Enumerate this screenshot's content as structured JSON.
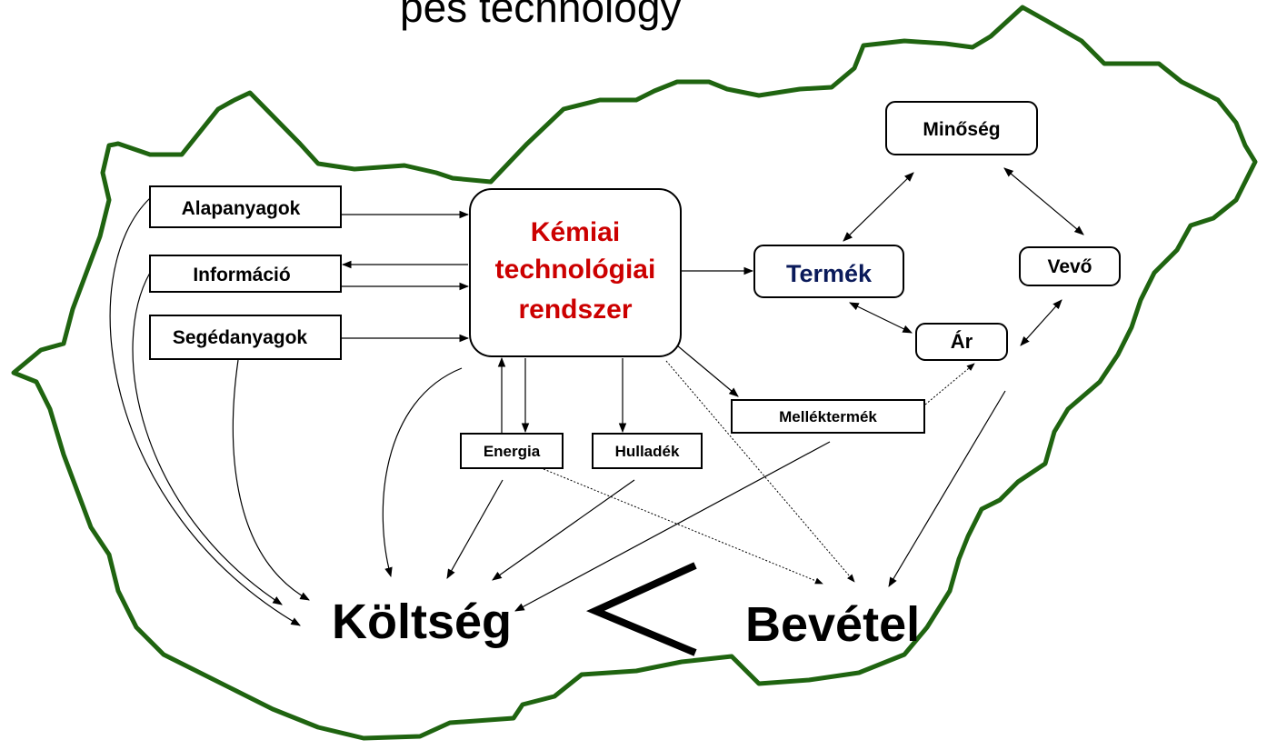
{
  "header": {
    "partial_title": "pes technology"
  },
  "colors": {
    "outline": "#1f6410",
    "core_text": "#cc0000",
    "product_text": "#0a1a5a",
    "line": "#000000"
  },
  "inputs": {
    "alapanyagok": "Alapanyagok",
    "informacio": "Információ",
    "segedanyagok": "Segédanyagok"
  },
  "core": {
    "line1": "Kémiai",
    "line2": "technológiai",
    "line3": "rendszer"
  },
  "market": {
    "termek": "Termék",
    "minoseg": "Minőség",
    "vevo": "Vevő",
    "ar": "Ár"
  },
  "outputs": {
    "energia": "Energia",
    "hulladek": "Hulladék",
    "mellektermek": "Melléktermék"
  },
  "result": {
    "koltseg": "Költség",
    "bevetel": "Bevétel"
  }
}
